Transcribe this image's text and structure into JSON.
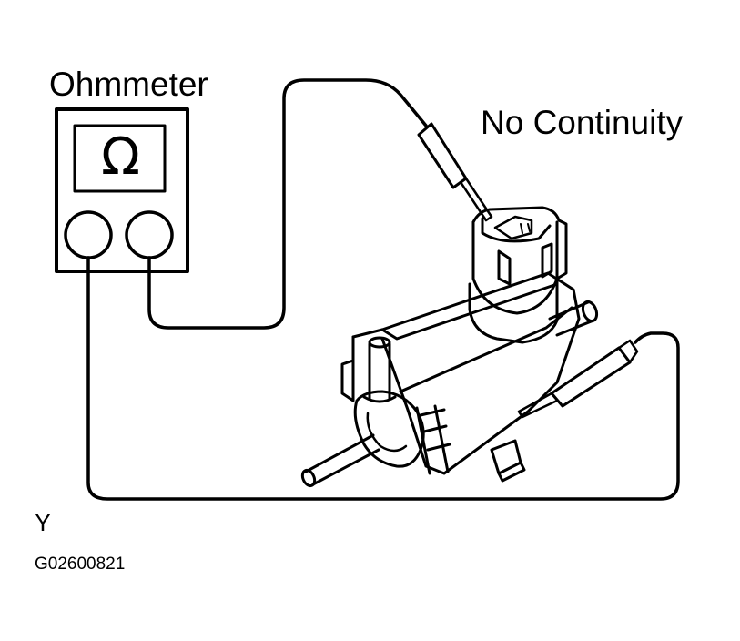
{
  "diagram": {
    "meter_label": "Ohmmeter",
    "meter_symbol": "Ω",
    "result_label": "No Continuity",
    "corner_mark": "Y",
    "figure_code": "G02600821",
    "line_color": "#000000",
    "background_color": "#ffffff"
  }
}
